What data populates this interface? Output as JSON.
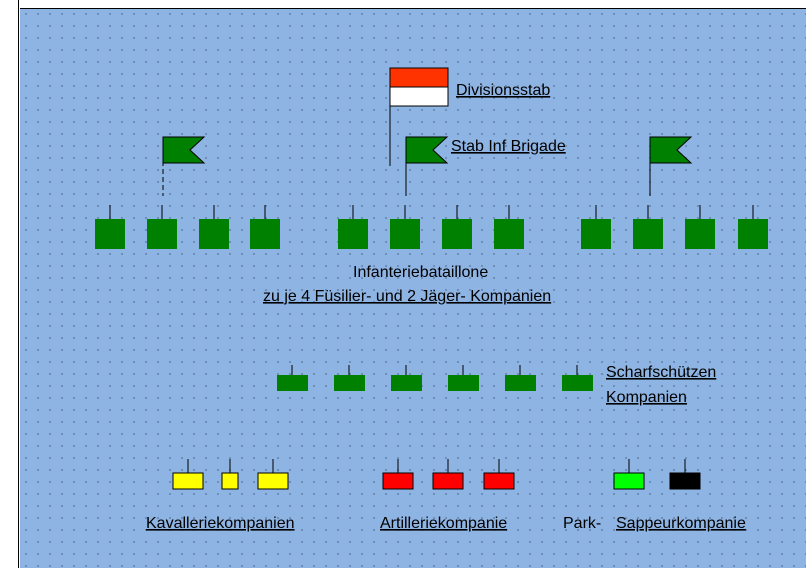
{
  "labels": {
    "division_staff": "Divisionsstab",
    "brigade_staff": "Stab Inf Brigade",
    "infantry_line1": "Infanteriebataillone",
    "infantry_line2": "zu je 4 Füsilier- und 2 Jäger- Kompanien",
    "sharpshooters_line1": "Scharfschützen",
    "sharpshooters_line2": "Kompanien",
    "cavalry": "Kavalleriekompanien",
    "artillery": "Artilleriekompanie",
    "park": "Park-",
    "sappers": "Sappeurkompanie"
  },
  "colors": {
    "background": "#8eb4e3",
    "infantry": "#008000",
    "division_flag_top": "#ff3300",
    "division_flag_bottom": "#ffffff",
    "cavalry": "#ffff00",
    "artillery": "#ff0000",
    "park": "#00ff00",
    "sappers": "#000000",
    "spellcheck_underline": "#d00000"
  },
  "units": {
    "division_staff_flags": 1,
    "brigade_flags": 3,
    "infantry_battalions_per_brigade": 4,
    "sharpshooter_companies": 6,
    "cavalry_companies": 3,
    "artillery_companies": 3,
    "park_units": 1,
    "sapper_companies": 1
  }
}
